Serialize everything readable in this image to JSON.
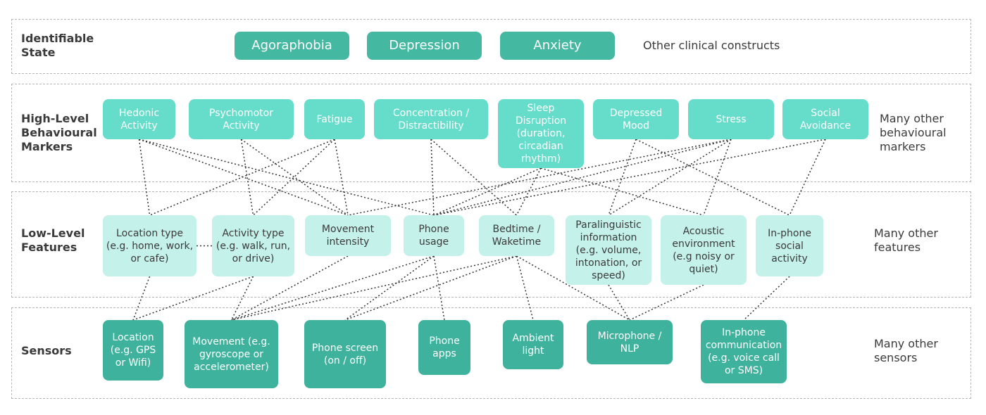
{
  "rows": {
    "identifiable": {
      "label": "Identifiable\nState",
      "other": "Other clinical constructs"
    },
    "high": {
      "label": "High-Level\nBehavioural\nMarkers",
      "other": "Many other\nbehavioural\nmarkers"
    },
    "low": {
      "label": "Low-Level\nFeatures",
      "other": "Many other\nfeatures"
    },
    "sensors": {
      "label": "Sensors",
      "other": "Many other\nsensors"
    }
  },
  "states": [
    "Agoraphobia",
    "Depression",
    "Anxiety"
  ],
  "high_markers": [
    "Hedonic\nActivity",
    "Psychomotor\nActivity",
    "Fatigue",
    "Concentration /\nDistractibility",
    "Sleep\nDisruption\n(duration,\ncircadian\nrhythm)",
    "Depressed\nMood",
    "Stress",
    "Social\nAvoidance"
  ],
  "low_features": [
    "Location type\n(e.g. home, work,\nor cafe)",
    "Activity type\n(e.g. walk, run,\nor drive)",
    "Movement\nintensity",
    "Phone\nusage",
    "Bedtime /\nWaketime",
    "Paralinguistic\ninformation\n(e.g. volume,\nintonation, or\nspeed)",
    "Acoustic\nenvironment\n(e.g noisy or\nquiet)",
    "In-phone\nsocial\nactivity"
  ],
  "sensors": [
    "Location\n(e.g. GPS\nor Wifi)",
    "Movement (e.g.\ngyroscope or\naccelerometer)",
    "Phone screen\n(on / off)",
    "Phone\napps",
    "Ambient\nlight",
    "Microphone /\nNLP",
    "In-phone\ncommunication\n(e.g. voice call\nor SMS)"
  ],
  "links": [
    [
      "high-0",
      "low-0"
    ],
    [
      "high-0",
      "low-2"
    ],
    [
      "high-0",
      "low-3"
    ],
    [
      "high-1",
      "low-1"
    ],
    [
      "high-1",
      "low-2"
    ],
    [
      "high-2",
      "low-0"
    ],
    [
      "high-2",
      "low-1"
    ],
    [
      "high-2",
      "low-2"
    ],
    [
      "high-3",
      "low-3"
    ],
    [
      "high-3",
      "low-4"
    ],
    [
      "high-4",
      "low-3"
    ],
    [
      "high-4",
      "low-4"
    ],
    [
      "high-4",
      "low-6"
    ],
    [
      "high-5",
      "low-5"
    ],
    [
      "high-5",
      "low-7"
    ],
    [
      "high-6",
      "low-2"
    ],
    [
      "high-6",
      "low-3"
    ],
    [
      "high-6",
      "low-5"
    ],
    [
      "high-6",
      "low-6"
    ],
    [
      "high-7",
      "low-3"
    ],
    [
      "high-7",
      "low-7"
    ],
    [
      "low-0",
      "sensor-0"
    ],
    [
      "low-0",
      "low-1"
    ],
    [
      "low-1",
      "sensor-0"
    ],
    [
      "low-1",
      "sensor-1"
    ],
    [
      "low-2",
      "sensor-1"
    ],
    [
      "low-3",
      "sensor-2"
    ],
    [
      "low-3",
      "sensor-3"
    ],
    [
      "low-3",
      "sensor-1"
    ],
    [
      "low-4",
      "sensor-1"
    ],
    [
      "low-4",
      "sensor-2"
    ],
    [
      "low-4",
      "sensor-4"
    ],
    [
      "low-4",
      "sensor-5"
    ],
    [
      "low-5",
      "sensor-5"
    ],
    [
      "low-6",
      "sensor-5"
    ],
    [
      "low-7",
      "sensor-6"
    ]
  ]
}
